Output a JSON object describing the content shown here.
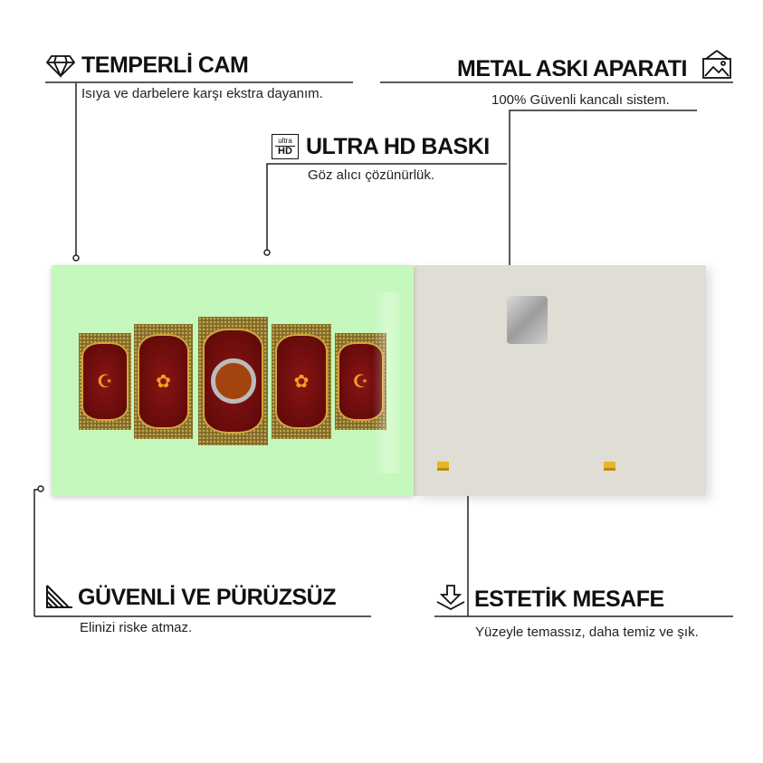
{
  "features": [
    {
      "title": "TEMPERLİ CAM",
      "subtitle": "Isıya ve darbelere karşı ekstra dayanım.",
      "icon": "diamond-icon"
    },
    {
      "title": "ULTRA HD BASKI",
      "subtitle": "Göz alıcı çözünürlük.",
      "icon": "ultra-hd-icon",
      "icon_text_top": "ultra",
      "icon_text_bottom": "HD"
    },
    {
      "title": "METAL ASKI APARATI",
      "subtitle": "100% Güvenli kancalı sistem.",
      "icon": "image-hanger-icon"
    },
    {
      "title": "GÜVENLİ VE PÜRÜZSÜZ",
      "subtitle": "Elinizi riske atmaz.",
      "icon": "smooth-edge-icon"
    },
    {
      "title": "ESTETİK MESAFE",
      "subtitle": "Yüzeyle temassız, daha temiz ve şık.",
      "icon": "distance-icon"
    }
  ],
  "colors": {
    "glass": "#c4f8bc",
    "back": "#e0ddd5",
    "art": "#6e0d0d",
    "gold": "#d4a53c"
  }
}
